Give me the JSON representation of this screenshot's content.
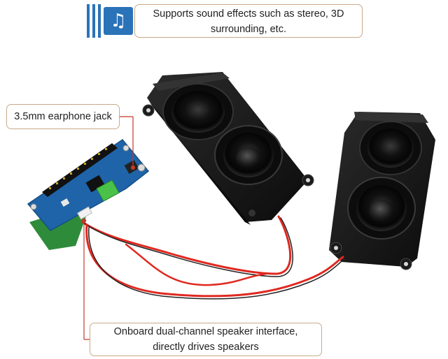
{
  "feature_top": {
    "icon": "music-note-icon",
    "glyph": "♫",
    "line1": "Supports sound effects such as stereo, 3D",
    "line2": "surrounding, etc."
  },
  "callout_jack": {
    "text": "3.5mm earphone jack"
  },
  "callout_speaker": {
    "line1": "Onboard dual-channel speaker interface,",
    "line2": "directly drives speakers"
  },
  "colors": {
    "accent": "#2a73b8",
    "callout_border": "#c8a98a",
    "leader_line": "#c0392b",
    "board": "#1f64a8",
    "speaker": "#141414",
    "wire_red": "#e0281f"
  }
}
